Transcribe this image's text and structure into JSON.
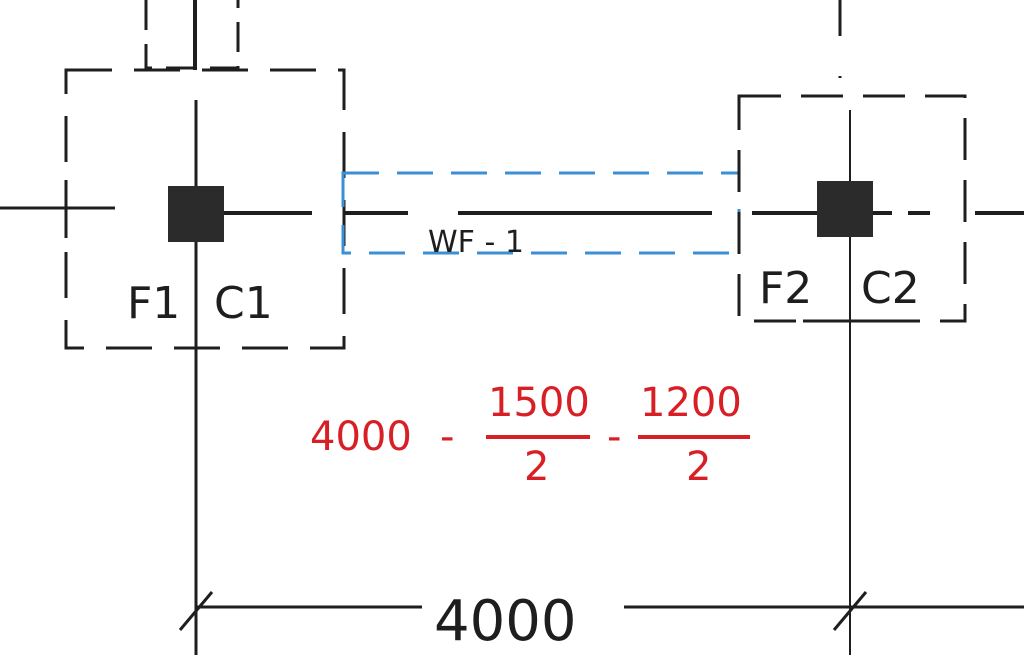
{
  "footings": [
    {
      "footing_label": "F1",
      "column_label": "C1"
    },
    {
      "footing_label": "F2",
      "column_label": "C2"
    }
  ],
  "beam": {
    "label": "WF - 1"
  },
  "dimension": {
    "value": "4000"
  },
  "formula": {
    "base": "4000",
    "minus_1": "-",
    "term1_numerator": "1500",
    "term1_denominator": "2",
    "minus_2": "-",
    "term2_numerator": "1200",
    "term2_denominator": "2"
  },
  "colors": {
    "ink": "#1e1e1e",
    "highlight_box": "#3b8fd6",
    "annotation": "#d91f26",
    "background": "#ffffff"
  }
}
